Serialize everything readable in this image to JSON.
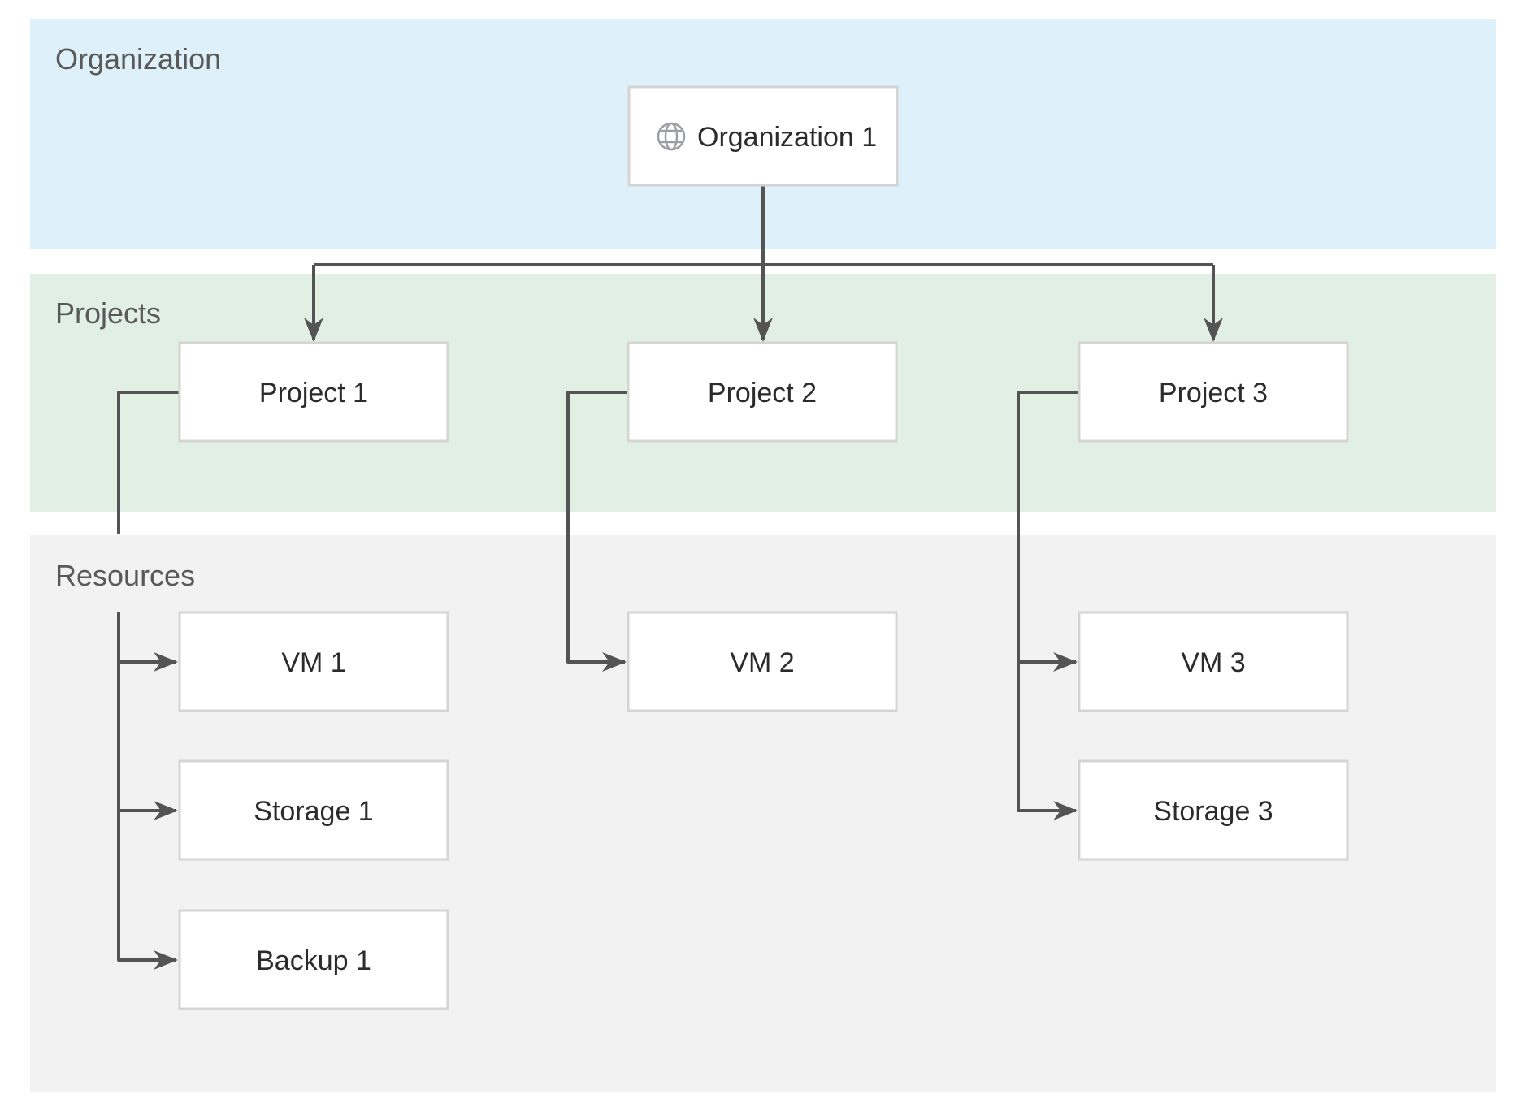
{
  "diagram": {
    "bands": [
      {
        "id": "organization",
        "label": "Organization",
        "color": "#def0fa"
      },
      {
        "id": "projects",
        "label": "Projects",
        "color": "#e1efe5"
      },
      {
        "id": "resources",
        "label": "Resources",
        "color": "#f2f2f2"
      }
    ],
    "nodes": [
      {
        "id": "org1",
        "label": "Organization 1",
        "icon": "globe-icon",
        "band": "organization"
      },
      {
        "id": "project1",
        "label": "Project 1",
        "band": "projects"
      },
      {
        "id": "project2",
        "label": "Project 2",
        "band": "projects"
      },
      {
        "id": "project3",
        "label": "Project 3",
        "band": "projects"
      },
      {
        "id": "vm1",
        "label": "VM 1",
        "band": "resources"
      },
      {
        "id": "storage1",
        "label": "Storage 1",
        "band": "resources"
      },
      {
        "id": "backup1",
        "label": "Backup 1",
        "band": "resources"
      },
      {
        "id": "vm2",
        "label": "VM 2",
        "band": "resources"
      },
      {
        "id": "vm3",
        "label": "VM 3",
        "band": "resources"
      },
      {
        "id": "storage3",
        "label": "Storage 3",
        "band": "resources"
      }
    ],
    "edges": [
      {
        "from": "Organization 1",
        "to": "Project 1"
      },
      {
        "from": "Organization 1",
        "to": "Project 2"
      },
      {
        "from": "Organization 1",
        "to": "Project 3"
      },
      {
        "from": "Project 1",
        "to": "VM 1"
      },
      {
        "from": "Project 1",
        "to": "Storage 1"
      },
      {
        "from": "Project 1",
        "to": "Backup 1"
      },
      {
        "from": "Project 2",
        "to": "VM 2"
      },
      {
        "from": "Project 3",
        "to": "VM 3"
      },
      {
        "from": "Project 3",
        "to": "Storage 3"
      }
    ],
    "colors": {
      "connector": "#545454",
      "node_border": "#d4d4d4",
      "node_fill": "#ffffff",
      "band_label_text": "#595959",
      "node_text": "#2b2b2b",
      "globe_icon": "#9b9fa3"
    }
  }
}
